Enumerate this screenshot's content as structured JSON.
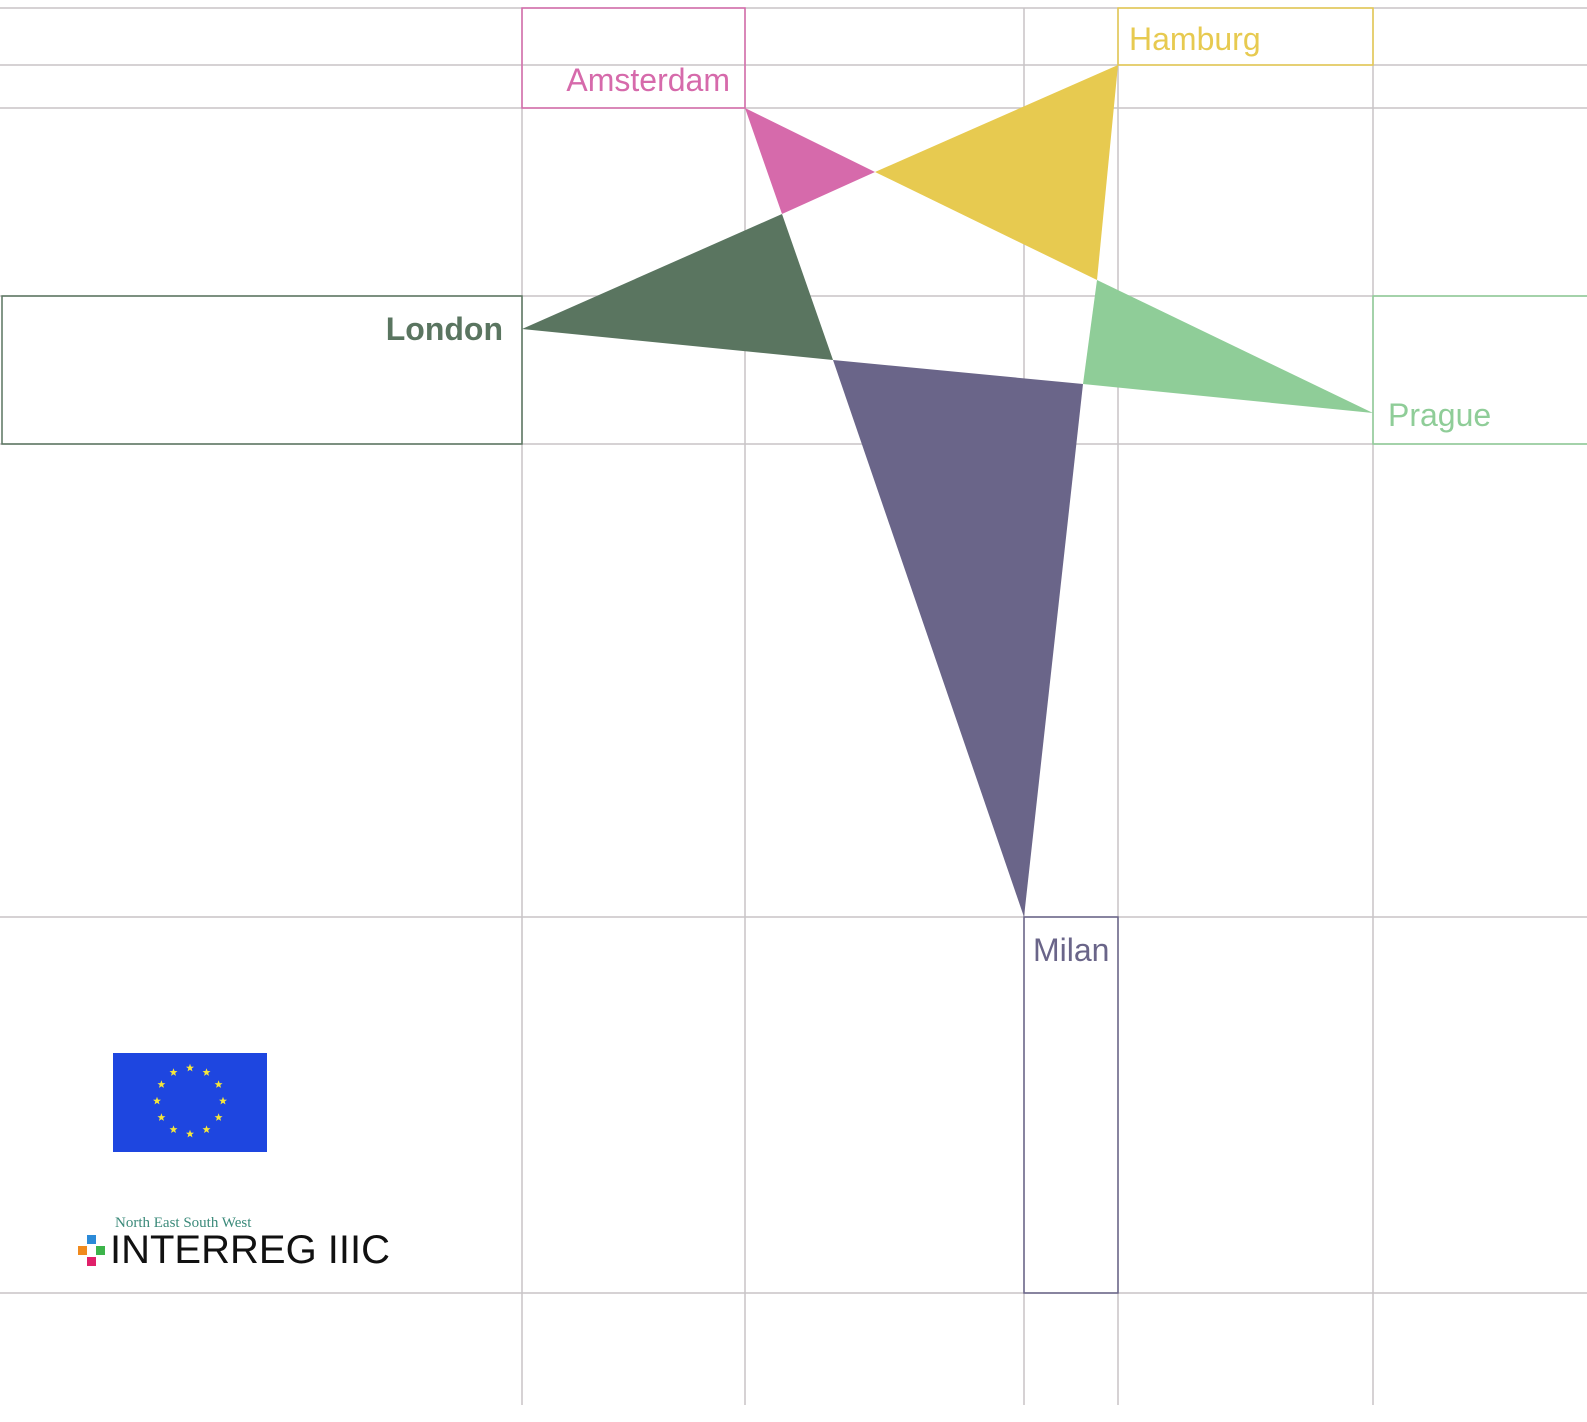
{
  "cities": [
    {
      "id": "amsterdam",
      "name": "Amsterdam",
      "color": "#d66aab",
      "bold": false
    },
    {
      "id": "hamburg",
      "name": "Hamburg",
      "color": "#e7ca50",
      "bold": false
    },
    {
      "id": "london",
      "name": "London",
      "color": "#5a7560",
      "bold": true
    },
    {
      "id": "prague",
      "name": "Prague",
      "color": "#8fcd98",
      "bold": false
    },
    {
      "id": "milan",
      "name": "Milan",
      "color": "#6a6589",
      "bold": false
    }
  ],
  "gridColor": "#c8c4c6",
  "logos": {
    "eu_flag": {
      "color": "#1e46e0",
      "star_color": "#f6e63a"
    },
    "interreg": {
      "subtitle": "North East South West",
      "title": "INTERREG IIIC",
      "subtitle_color": "#3b8a7a"
    }
  }
}
